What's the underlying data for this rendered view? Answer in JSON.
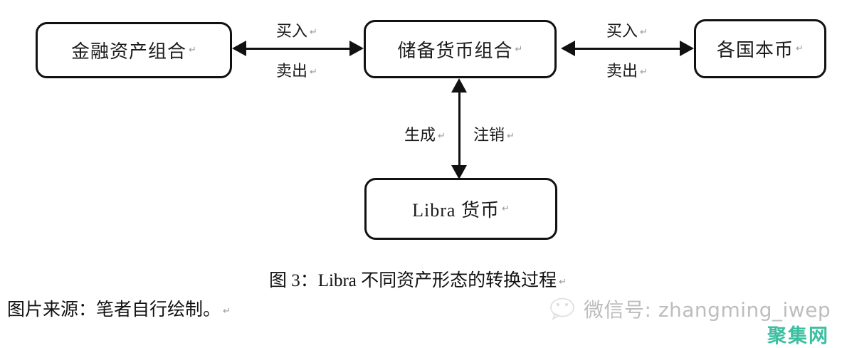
{
  "diagram": {
    "nodes": [
      {
        "id": "financial-assets",
        "label": "金融资产组合",
        "mark": "↵"
      },
      {
        "id": "reserve-currency",
        "label": "储备货币组合",
        "mark": "↵"
      },
      {
        "id": "local-currencies",
        "label": "各国本币",
        "mark": "↵"
      },
      {
        "id": "libra-currency",
        "label": "Libra 货币",
        "mark": "↵"
      }
    ],
    "edges": [
      {
        "id": "financial-assets-reserve",
        "from": "financial-assets",
        "to": "reserve-currency",
        "orientation": "horizontal",
        "bidirectional": true,
        "label_primary": "买入",
        "label_secondary": "卖出",
        "mark": "↵"
      },
      {
        "id": "reserve-local-currencies",
        "from": "reserve-currency",
        "to": "local-currencies",
        "orientation": "horizontal",
        "bidirectional": true,
        "label_primary": "买入",
        "label_secondary": "卖出",
        "mark": "↵"
      },
      {
        "id": "reserve-libra",
        "from": "reserve-currency",
        "to": "libra-currency",
        "orientation": "vertical",
        "bidirectional": true,
        "label_primary": "生成",
        "label_secondary": "注销",
        "mark": "↵"
      }
    ]
  },
  "captions": {
    "figure": "图 3：Libra 不同资产形态的转换过程",
    "figure_mark": "↵",
    "source": "图片来源：笔者自行绘制。",
    "source_mark": "↵"
  },
  "watermark": {
    "wechat_handle": "微信号: zhangming_iwep",
    "logo_text": "聚集网",
    "logo_color": "#3BBFA0",
    "icon": "wechat-icon"
  }
}
